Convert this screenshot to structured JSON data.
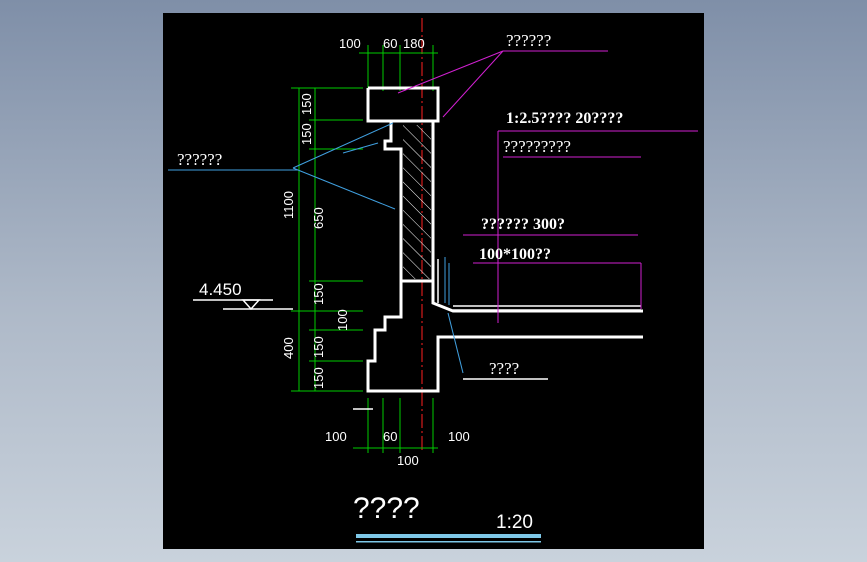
{
  "drawing": {
    "dims_top": [
      "100",
      "60",
      "180"
    ],
    "dims_left": [
      "150",
      "150",
      "650",
      "150",
      "100",
      "150",
      "150"
    ],
    "dims_outer": [
      "1100",
      "400"
    ],
    "dims_bottom": [
      "100",
      "60",
      "100",
      "100"
    ],
    "elevation": "4.450",
    "labels": {
      "top_right": "??????",
      "mortar": "1:2.5???? 20????",
      "layer": "?????????",
      "left": "??????",
      "spacing": "?????? 300?",
      "beam": "100*100??",
      "bottom_right": "????"
    },
    "title": "????",
    "scale": "1:20",
    "colors": {
      "background": "#000000",
      "dimension": "#00cc00",
      "outline": "#ffffff",
      "leader_magenta": "#d020d0",
      "leader_cyan": "#40a0e0",
      "centerline": "#ff2020",
      "title_bar": "#7ec8e8"
    }
  }
}
